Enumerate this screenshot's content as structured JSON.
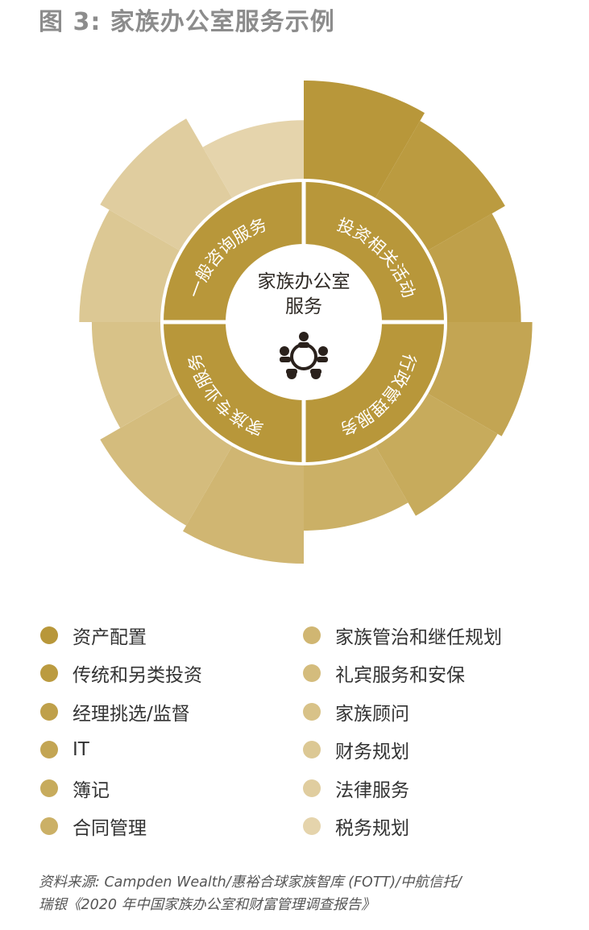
{
  "title": "图 3: 家族办公室服务示例",
  "center": {
    "line1": "家族办公室",
    "line2": "服务",
    "icon": "people-circle-icon"
  },
  "categories": [
    {
      "label": "投资相关活动"
    },
    {
      "label": "行政管理服务"
    },
    {
      "label": "家族专业服务"
    },
    {
      "label": "一般咨询服务"
    }
  ],
  "colors": {
    "ring": "#b8973a",
    "center_bg": "#ffffff",
    "divider": "#ffffff"
  },
  "services": [
    {
      "name": "资产配置",
      "color": "#b8973a",
      "level": 1.0
    },
    {
      "name": "传统和另类投资",
      "color": "#bb9b40",
      "level": 0.86
    },
    {
      "name": "经理挑选/监督",
      "color": "#bfa04a",
      "level": 0.63
    },
    {
      "name": "IT",
      "color": "#c3a553",
      "level": 0.8
    },
    {
      "name": "簿记",
      "color": "#c7ab5c",
      "level": 0.73
    },
    {
      "name": "合同管理",
      "color": "#cbb066",
      "level": 0.5
    },
    {
      "name": "家族管治和继任规划",
      "color": "#d0b672",
      "level": 1.0
    },
    {
      "name": "礼宾服务和安保",
      "color": "#d4bc7d",
      "level": 0.9
    },
    {
      "name": "家族顾问",
      "color": "#d8c288",
      "level": 0.55
    },
    {
      "name": "财务规划",
      "color": "#dcc894",
      "level": 0.74
    },
    {
      "name": "法律服务",
      "color": "#e0cd9f",
      "level": 0.9
    },
    {
      "name": "税务规划",
      "color": "#e5d4ac",
      "level": 0.4
    }
  ],
  "source": {
    "line1": "资料来源: Campden Wealth/惠裕合球家族智库 (FOTT)/中航信托/",
    "line2": "瑞银《2020 年中国家族办公室和财富管理调查报告》"
  }
}
